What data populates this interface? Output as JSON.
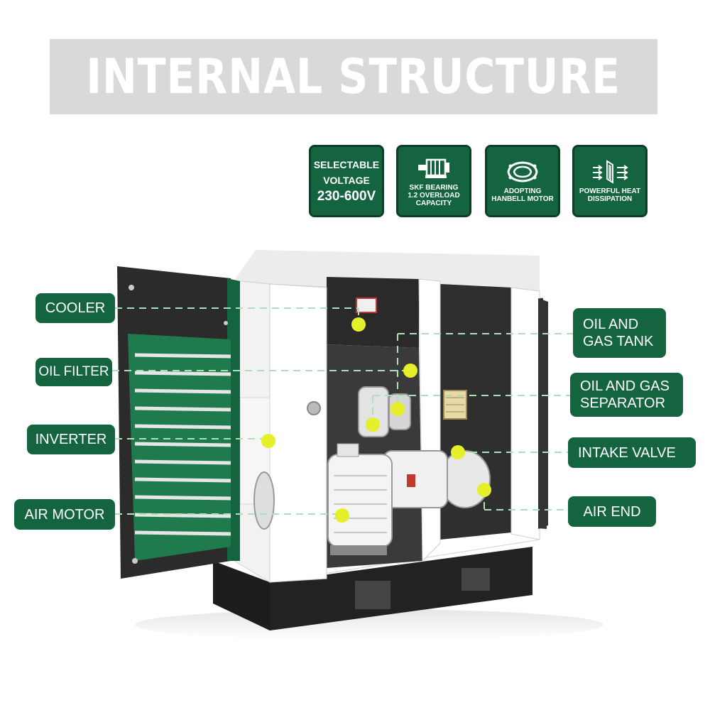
{
  "title": "INTERNAL STRUCTURE",
  "features": [
    {
      "line1": "SELECTABLE",
      "line2": "VOLTAGE",
      "line3": "230-600V"
    },
    {
      "icon": "bearing-icon",
      "caption": "SKF BEARING\n1.2 OVERLOAD\nCAPACITY"
    },
    {
      "icon": "motor-icon",
      "caption": "ADOPTING\nHANBELL MOTOR"
    },
    {
      "icon": "heat-dissipation-icon",
      "caption": "POWERFUL HEAT\nDISSIPATION"
    }
  ],
  "labels_left": [
    "COOLER",
    "OIL FILTER",
    "INVERTER",
    "AIR MOTOR"
  ],
  "labels_right": [
    "OIL AND\nGAS TANK",
    "OIL AND GAS\nSEPARATOR",
    "INTAKE VALVE",
    "AIR END"
  ],
  "colors": {
    "brand_green": "#14653f",
    "dark_green": "#0c3f27",
    "accent_yellow": "#e6f02a",
    "title_bg": "#d9d9d9"
  }
}
